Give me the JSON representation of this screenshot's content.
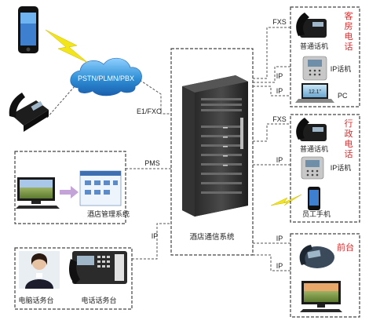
{
  "center": {
    "label": "酒店通信系统"
  },
  "cloud": {
    "label": "PSTN/PLMN/PBX"
  },
  "links": {
    "e1": "E1/FXO",
    "pms": "PMS",
    "ip_left": "IP",
    "fxs_top": "FXS",
    "ip_top_1": "IP",
    "ip_top_2": "IP",
    "fxs_mid": "FXS",
    "ip_mid": "IP",
    "ip_bot_1": "IP",
    "ip_bot_2": "IP"
  },
  "guest_room": {
    "title": "客房电话",
    "analog_phone": "普通话机",
    "ip_phone": "IP话机",
    "pc": "PC",
    "monitor_text": "12.1\""
  },
  "admin": {
    "title": "行政电话",
    "analog_phone": "普通话机",
    "ip_phone": "IP话机",
    "mobile": "员工手机"
  },
  "front_desk": {
    "title": "前台"
  },
  "hotel_mgmt": {
    "label": "酒店管理系统"
  },
  "operators": {
    "pc_console": "电脑话务台",
    "phone_console": "电话话务台"
  },
  "colors": {
    "title_red": "#e0282a",
    "cloud": "#2f8fd6",
    "lightning": "#f2e51a"
  }
}
